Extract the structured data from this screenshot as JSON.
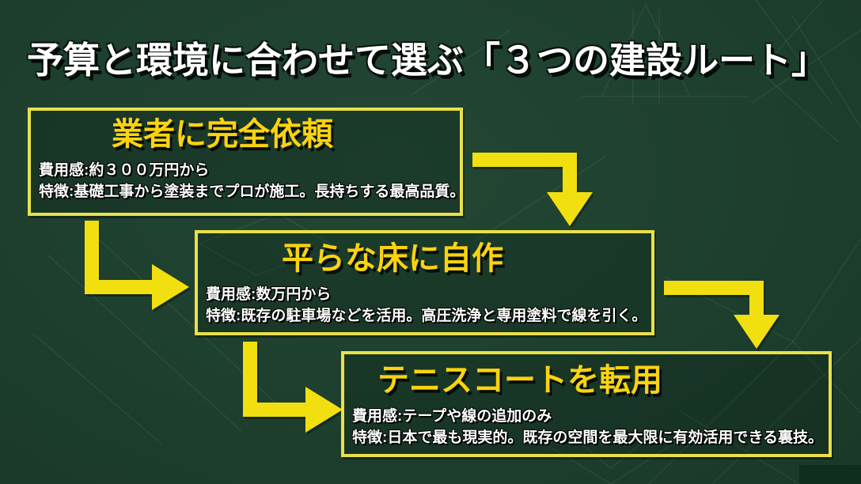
{
  "slide": {
    "title": "予算と環境に合わせて選ぶ「３つの建設ルート」"
  },
  "routes": [
    {
      "title": "業者に完全依頼",
      "cost": "費用感:約３００万円から",
      "feature": "特徴:基礎工事から塗装までプロが施工。長持ちする最高品質。"
    },
    {
      "title": "平らな床に自作",
      "cost": "費用感:数万円から",
      "feature": "特徴:既存の駐車場などを活用。高圧洗浄と専用塗料で線を引く。"
    },
    {
      "title": "テニスコートを転用",
      "cost": "費用感:テープや線の追加のみ",
      "feature": "特徴:日本で最も現実的。既存の空間を最大限に有効活用できる裏技。"
    }
  ],
  "icons": [
    "elbow-arrow-right-down-icon",
    "elbow-arrow-down-right-icon",
    "elbow-arrow-right-down-icon",
    "elbow-arrow-down-right-icon"
  ],
  "colors": {
    "background_green": "#1e3f2e",
    "arrow_yellow": "#f2df10",
    "border_yellow": "#e9e04a",
    "title_yellow": "#fbd30e",
    "body_text": "#ffffff",
    "main_title_text": "#ffffff"
  }
}
